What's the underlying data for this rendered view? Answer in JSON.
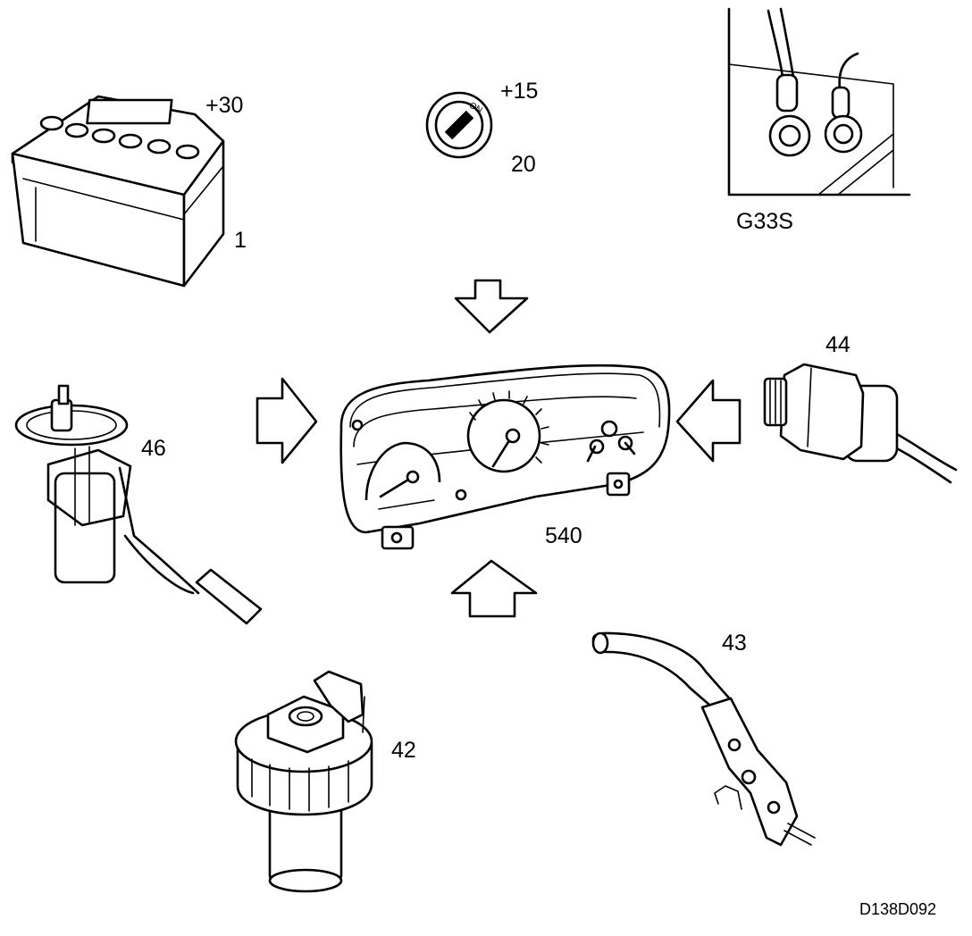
{
  "labels": {
    "battery_terminal": "+30",
    "battery_number": "1",
    "ignition_terminal": "+15",
    "ignition_number": "20",
    "ignition_on": "ON",
    "ground_point": "G33S",
    "sensor_44": "44",
    "fuel_pump": "46",
    "instrument_cluster": "540",
    "handbrake": "43",
    "fluid_sensor": "42",
    "drawing_code": "D138D092"
  },
  "arrows": [
    "arrow-down",
    "arrow-right",
    "arrow-left",
    "arrow-up"
  ]
}
